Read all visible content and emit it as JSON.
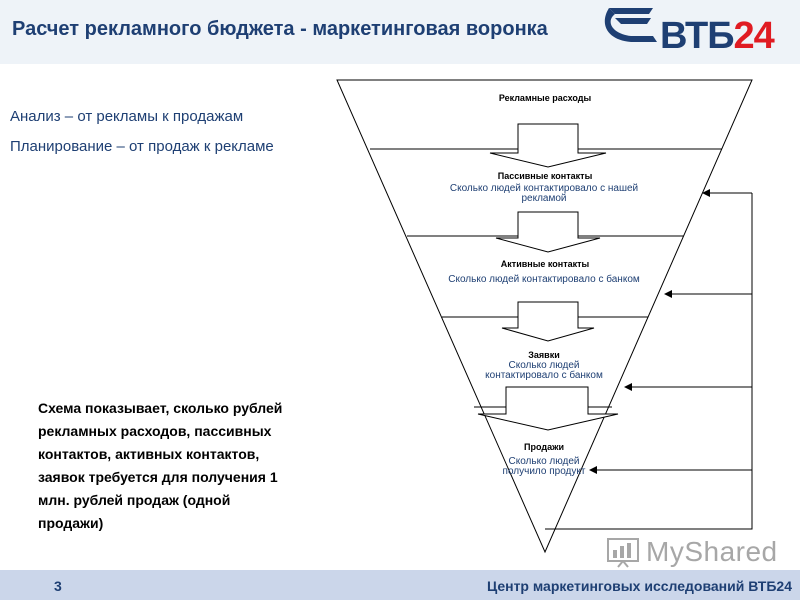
{
  "header": {
    "title": "Расчет рекламного бюджета - маркетинговая воронка",
    "logo_text_main": "ВТБ",
    "logo_text_num": "24",
    "brand_color": "#1e3f73",
    "accent_color": "#e01b22"
  },
  "left": {
    "line1": "Анализ – от рекламы к продажам",
    "line2": "Планирование – от продаж к рекламе",
    "note": "Схема показывает, сколько рублей рекламных расходов, пассивных контактов, активных контактов, заявок требуется для получения 1 млн. рублей продаж (одной продажи)"
  },
  "funnel": {
    "stages": [
      {
        "title": "Рекламные расходы",
        "sub": ""
      },
      {
        "title": "Пассивные контакты",
        "sub": "Сколько людей контактировало с нашей рекламой"
      },
      {
        "title": "Активные контакты",
        "sub": "Сколько людей контактировало с банком"
      },
      {
        "title": "Заявки",
        "sub": "Сколько людей контактировало с банком"
      },
      {
        "title": "Продажи",
        "sub": "Сколько людей получило продукт"
      }
    ],
    "stage_sub_lines": {
      "s1a": "Сколько людей контактировало с нашей",
      "s1b": "рекламой",
      "s3a": "Сколько людей",
      "s3b": "контактировало с банком",
      "s4a": "Сколько людей",
      "s4b": "получило продукт"
    }
  },
  "watermark": {
    "text": "MyShared"
  },
  "footer": {
    "page_number": "3",
    "text": "Центр маркетинговых исследований ВТБ24"
  }
}
